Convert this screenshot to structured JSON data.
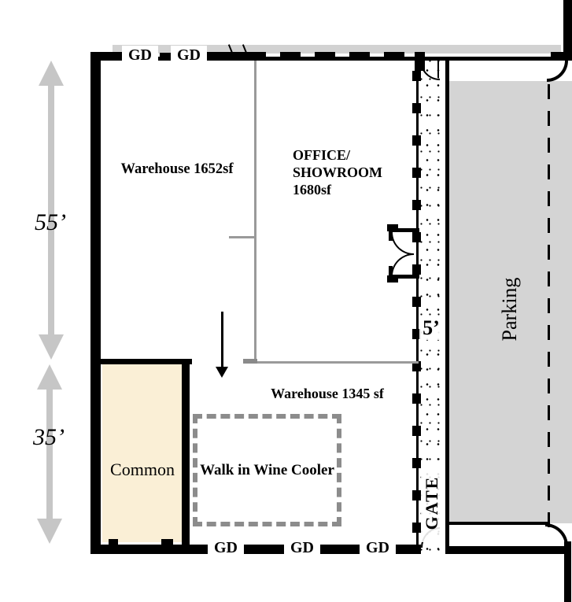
{
  "title": "Warehouse / Office floor plan",
  "colors": {
    "wall": "#000000",
    "arrow_gray": "#c6c6c6",
    "band_gray": "#d2d2d2",
    "parking_gray": "#d4d4d4",
    "partition_gray": "#9a9a9a",
    "cooler_dash_gray": "#8c8c8c",
    "common_fill": "#faefd6"
  },
  "dims": {
    "upper": "55’",
    "lower": "35’"
  },
  "rooms": {
    "warehouse_upper": "Warehouse 1652sf",
    "office": "OFFICE/\nSHOWROOM\n1680sf",
    "warehouse_lower": "Warehouse 1345 sf",
    "common": "Common",
    "wine_cooler": "Walk in Wine Cooler",
    "parking": "Parking"
  },
  "doors": {
    "garage_top": [
      "GD",
      "GD"
    ],
    "garage_bottom": [
      "GD",
      "GD",
      "GD"
    ],
    "gate": "GATE",
    "gate_width": "5’"
  }
}
